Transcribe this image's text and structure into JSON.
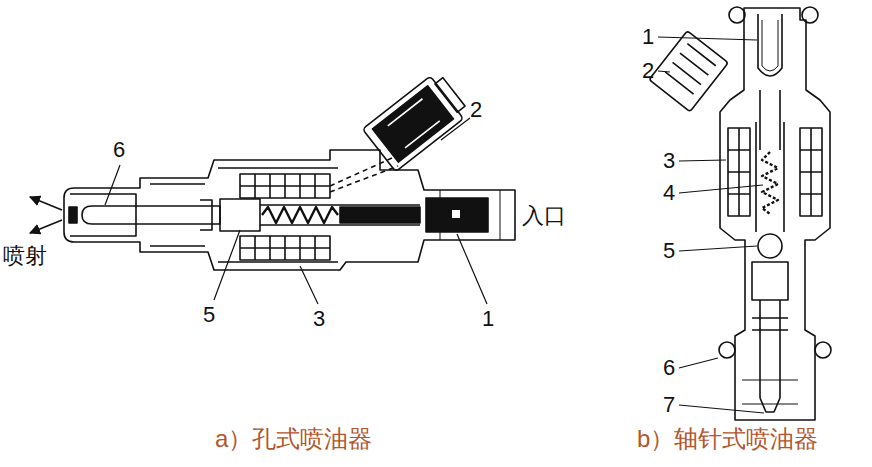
{
  "diagram": {
    "labels": [
      "2",
      "6",
      "入口",
      "喷射",
      "5",
      "3",
      "1",
      "a）孔式喷油器",
      "1",
      "2",
      "3",
      "4",
      "5",
      "6",
      "7",
      "b）轴针式喷油器"
    ]
  }
}
